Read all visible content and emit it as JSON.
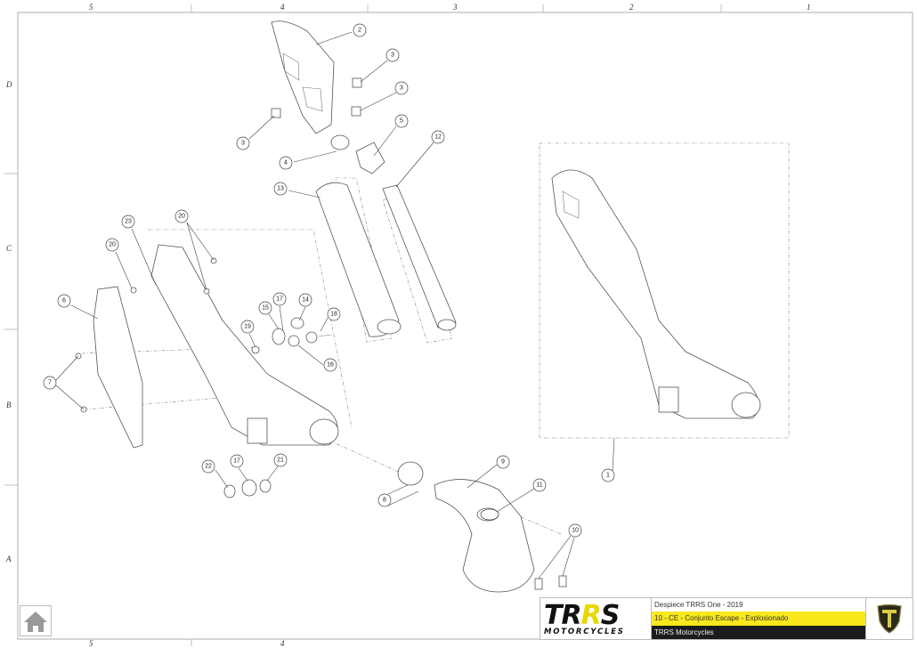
{
  "zones": {
    "columns": [
      "5",
      "4",
      "3",
      "2",
      "1"
    ],
    "rows": [
      "D",
      "C",
      "B",
      "A"
    ],
    "bottom_columns": [
      "5",
      "4"
    ]
  },
  "callouts": [
    {
      "label": "2"
    },
    {
      "label": "3"
    },
    {
      "label": "3"
    },
    {
      "label": "3"
    },
    {
      "label": "4"
    },
    {
      "label": "5"
    },
    {
      "label": "12"
    },
    {
      "label": "13"
    },
    {
      "label": "20"
    },
    {
      "label": "23"
    },
    {
      "label": "20"
    },
    {
      "label": "6"
    },
    {
      "label": "7"
    },
    {
      "label": "17"
    },
    {
      "label": "14"
    },
    {
      "label": "15"
    },
    {
      "label": "18"
    },
    {
      "label": "19"
    },
    {
      "label": "16"
    },
    {
      "label": "22"
    },
    {
      "label": "17"
    },
    {
      "label": "21"
    },
    {
      "label": "9"
    },
    {
      "label": "8"
    },
    {
      "label": "11"
    },
    {
      "label": "10"
    },
    {
      "label": "1"
    }
  ],
  "title_block": {
    "logo_text": "TRRS",
    "logo_subtext": "MOTORCYCLES",
    "line1": "Despiece TRRS One - 2019",
    "line2": "10 - CE - Conjunto Escape - Explosionado",
    "line3": "TRRS Motorcycles",
    "accent_color": "#f8e81c",
    "dark_color": "#1c1c1c"
  },
  "home_button": {
    "icon": "home-icon"
  }
}
